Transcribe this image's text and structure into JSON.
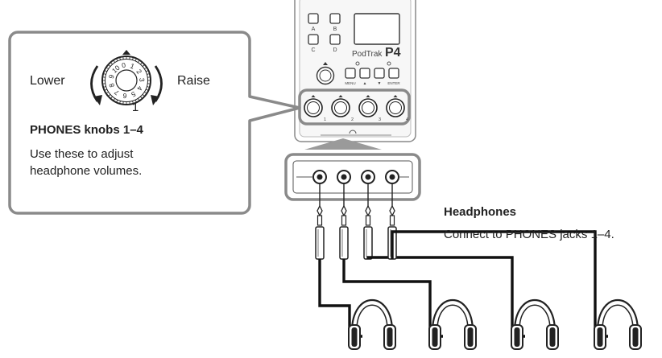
{
  "callout": {
    "lower_label": "Lower",
    "raise_label": "Raise",
    "title": "PHONES knobs 1–4",
    "body_line1": "Use these to adjust",
    "body_line2": "headphone volumes.",
    "dial_numbers": [
      "0",
      "1",
      "2",
      "3",
      "4",
      "5",
      "6",
      "7",
      "8",
      "9",
      "10"
    ],
    "dial_min_label": "1"
  },
  "device": {
    "brand_text": "PodTrak",
    "model_text": "P4",
    "pad_labels": [
      "A",
      "B",
      "C",
      "D"
    ],
    "key_labels": [
      "MENU",
      "▲",
      "▼",
      "ENTER"
    ],
    "knob_numbers": [
      "1",
      "2",
      "3",
      "4"
    ]
  },
  "headphones": {
    "title": "Headphones",
    "description": "Connect to PHONES jacks 1–4."
  }
}
